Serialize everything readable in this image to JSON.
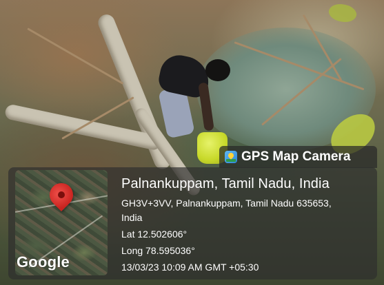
{
  "banner": {
    "app_name": "GPS Map Camera",
    "icon": "gps-map-camera-app-icon"
  },
  "map": {
    "provider_logo": "Google",
    "marker_icon": "location-pin-icon",
    "marker_color": "#d9302c"
  },
  "location": {
    "place": "Palnankuppam, Tamil Nadu, India",
    "address_line1": "GH3V+3VV, Palnankuppam, Tamil Nadu 635653,",
    "address_line2": "India",
    "latitude": "Lat 12.502606°",
    "longitude": "Long 78.595036°",
    "datetime": "13/03/23 10:09 AM GMT +05:30"
  }
}
